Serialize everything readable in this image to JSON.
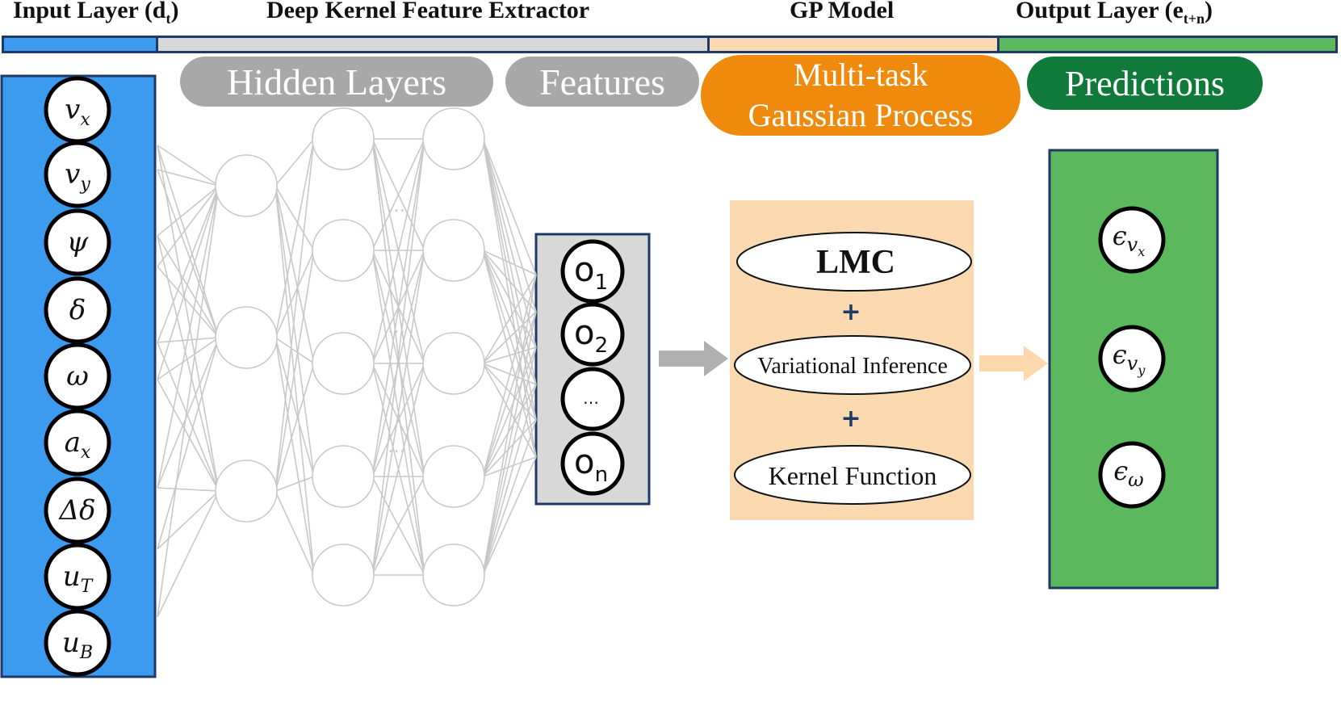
{
  "header": {
    "input_label": "Input Layer (d",
    "input_sub": "t",
    "input_close": ")",
    "extractor_label": "Deep Kernel Feature Extractor",
    "gp_label": "GP Model",
    "output_label": "Output Layer (e",
    "output_sub": "t+n",
    "output_close": ")"
  },
  "pills": {
    "hidden_layers": "Hidden Layers",
    "features": "Features",
    "gp_line1": "Multi-task",
    "gp_line2": "Gaussian Process",
    "predictions": "Predictions"
  },
  "inputs": [
    {
      "base": "v",
      "sub": "x"
    },
    {
      "base": "v",
      "sub": "y"
    },
    {
      "base": "ψ",
      "sub": ""
    },
    {
      "base": "δ",
      "sub": ""
    },
    {
      "base": "ω",
      "sub": ""
    },
    {
      "base": "a",
      "sub": "x"
    },
    {
      "base": "Δδ",
      "sub": ""
    },
    {
      "base": "u",
      "sub": "T"
    },
    {
      "base": "u",
      "sub": "B"
    }
  ],
  "features": [
    {
      "base": "o",
      "sub": "1"
    },
    {
      "base": "o",
      "sub": "2"
    },
    {
      "base": "…",
      "sub": ""
    },
    {
      "base": "o",
      "sub": "n"
    }
  ],
  "gp_box": {
    "lmc": "LMC",
    "variational": "Variational Inference",
    "kernel": "Kernel Function",
    "plus_symbol": "+"
  },
  "outputs": [
    {
      "base": "ϵ",
      "sub": "v",
      "subsub": "x"
    },
    {
      "base": "ϵ",
      "sub": "v",
      "subsub": "y"
    },
    {
      "base": "ϵ",
      "sub": "ω",
      "subsub": ""
    }
  ],
  "hidden_dots": "…",
  "colors": {
    "input_blue": "#3d9bef",
    "extractor_gray": "#d8d8d8",
    "gp_peach": "#fbd9b0",
    "output_green": "#5cb85c",
    "pill_gray": "#a8a8a8",
    "pill_orange": "#ef8a0d",
    "pill_green": "#0f7a3a",
    "border_navy": "#1f3a66",
    "line_gray": "#c8c8c8",
    "arrow_gray": "#b0b0b0",
    "arrow_peach": "#fcd8ac"
  }
}
